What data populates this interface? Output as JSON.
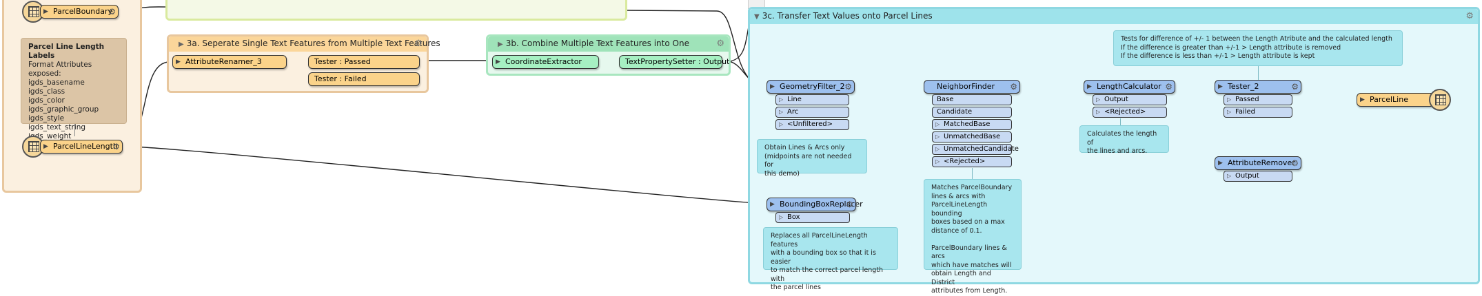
{
  "bm_left": {
    "reader_boundary": "ParcelBoundary",
    "reader_length": "ParcelLineLength",
    "note_title": "Parcel Line Length Labels",
    "note_sub": "Format Attributes exposed:",
    "attributes": [
      "igds_basename",
      "igds_class",
      "igds_color",
      "igds_graphic_group",
      "igds_style",
      "igds_text_string",
      "igds_weight"
    ]
  },
  "bm3a": {
    "title": "3a. Seperate Single Text Features from Multiple Text Features",
    "renamer": "AttributeRenamer_3",
    "tester_passed": "Tester : Passed",
    "tester_failed": "Tester : Failed"
  },
  "bm3b": {
    "title": "3b. Combine Multiple Text Features into One",
    "extractor": "CoordinateExtractor",
    "setter": "TextPropertySetter : Output"
  },
  "bm3c": {
    "title": "3c. Transfer Text Values onto Parcel Lines",
    "geomfilter": {
      "name": "GeometryFilter_2",
      "ports": [
        "Line",
        "Arc",
        "<Unfiltered>"
      ]
    },
    "note_geom": "Obtain Lines & Arcs only\n(midpoints are not needed for\nthis demo)",
    "bbox": {
      "name": "BoundingBoxReplacer",
      "ports": [
        "Box"
      ]
    },
    "note_bbox": "Replaces all ParcelLineLength features\nwith a bounding box so that it is easier\nto match the correct parcel length with\nthe parcel lines",
    "neighbor": {
      "name": "NeighborFinder",
      "inputs": [
        "Base",
        "Candidate"
      ],
      "outputs": [
        "MatchedBase",
        "UnmatchedBase",
        "UnmatchedCandidate",
        "<Rejected>"
      ]
    },
    "note_neighbor": "Matches ParcelBoundary\nlines & arcs with\nParcelLineLength bounding\nboxes based on a max\ndistance of 0.1.\n\nParcelBoundary lines & arcs\nwhich have matches will\nobtain Length and District\nattributes from Length.",
    "lencalc": {
      "name": "LengthCalculator",
      "ports": [
        "Output",
        "<Rejected>"
      ]
    },
    "note_len": "Calculates the length of\nthe lines and arcs.",
    "tester2": {
      "name": "Tester_2",
      "ports": [
        "Passed",
        "Failed"
      ]
    },
    "note_tester": "Tests for difference of +/- 1 between the Length Atribute and the calculated length\nIf the difference is greater than +/-1 > Length attribute is removed\nIf the difference is less than +/-1 >  Length attribute is kept",
    "remover": {
      "name": "AttributeRemover",
      "ports": [
        "Output"
      ]
    },
    "writer": "ParcelLine"
  }
}
